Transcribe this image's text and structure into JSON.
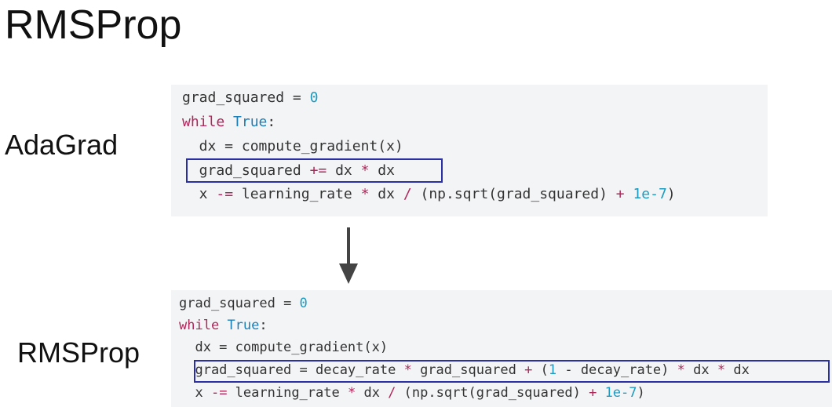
{
  "slide": {
    "title": "RMSProp",
    "adagrad_label": "AdaGrad",
    "rmsprop_label": "RMSProp"
  },
  "adagrad_code": {
    "line1": {
      "a": "grad_squared",
      "b": " = ",
      "c": "0"
    },
    "line2": {
      "a": "while",
      "b": " ",
      "c": "True",
      "d": ":"
    },
    "line3": {
      "a": "  dx = compute_gradient(x)"
    },
    "line4": {
      "a": "  grad_squared ",
      "b": "+=",
      "c": " dx ",
      "d": "*",
      "e": " dx"
    },
    "line5": {
      "a": "  x ",
      "b": "-=",
      "c": " learning_rate ",
      "d": "*",
      "e": " dx ",
      "f": "/",
      "g": " (np.sqrt(grad_squared) ",
      "h": "+",
      "i": " ",
      "j": "1e-7",
      "k": ")"
    }
  },
  "rmsprop_code": {
    "line1": {
      "a": "grad_squared",
      "b": " = ",
      "c": "0"
    },
    "line2": {
      "a": "while",
      "b": " ",
      "c": "True",
      "d": ":"
    },
    "line3": {
      "a": "  dx = compute_gradient(x)"
    },
    "line4": {
      "a": "  grad_squared = decay_rate ",
      "b": "*",
      "c": " grad_squared ",
      "d": "+",
      "e": " (",
      "f": "1",
      "g": " - decay_rate) ",
      "h": "*",
      "i": " dx ",
      "j": "*",
      "k": " dx"
    },
    "line5": {
      "a": "  x ",
      "b": "-=",
      "c": " learning_rate ",
      "d": "*",
      "e": " dx ",
      "f": "/",
      "g": " (np.sqrt(grad_squared) ",
      "h": "+",
      "i": " ",
      "j": "1e-7",
      "k": ")"
    }
  },
  "colors": {
    "keyword": "#b0265a",
    "builtin": "#1d7fb8",
    "number": "#1d9bc0",
    "highlight_border": "#2b2fa6",
    "code_background": "#f3f4f6",
    "arrow": "#444444"
  },
  "icons": {
    "transition": "arrow-down-icon"
  }
}
